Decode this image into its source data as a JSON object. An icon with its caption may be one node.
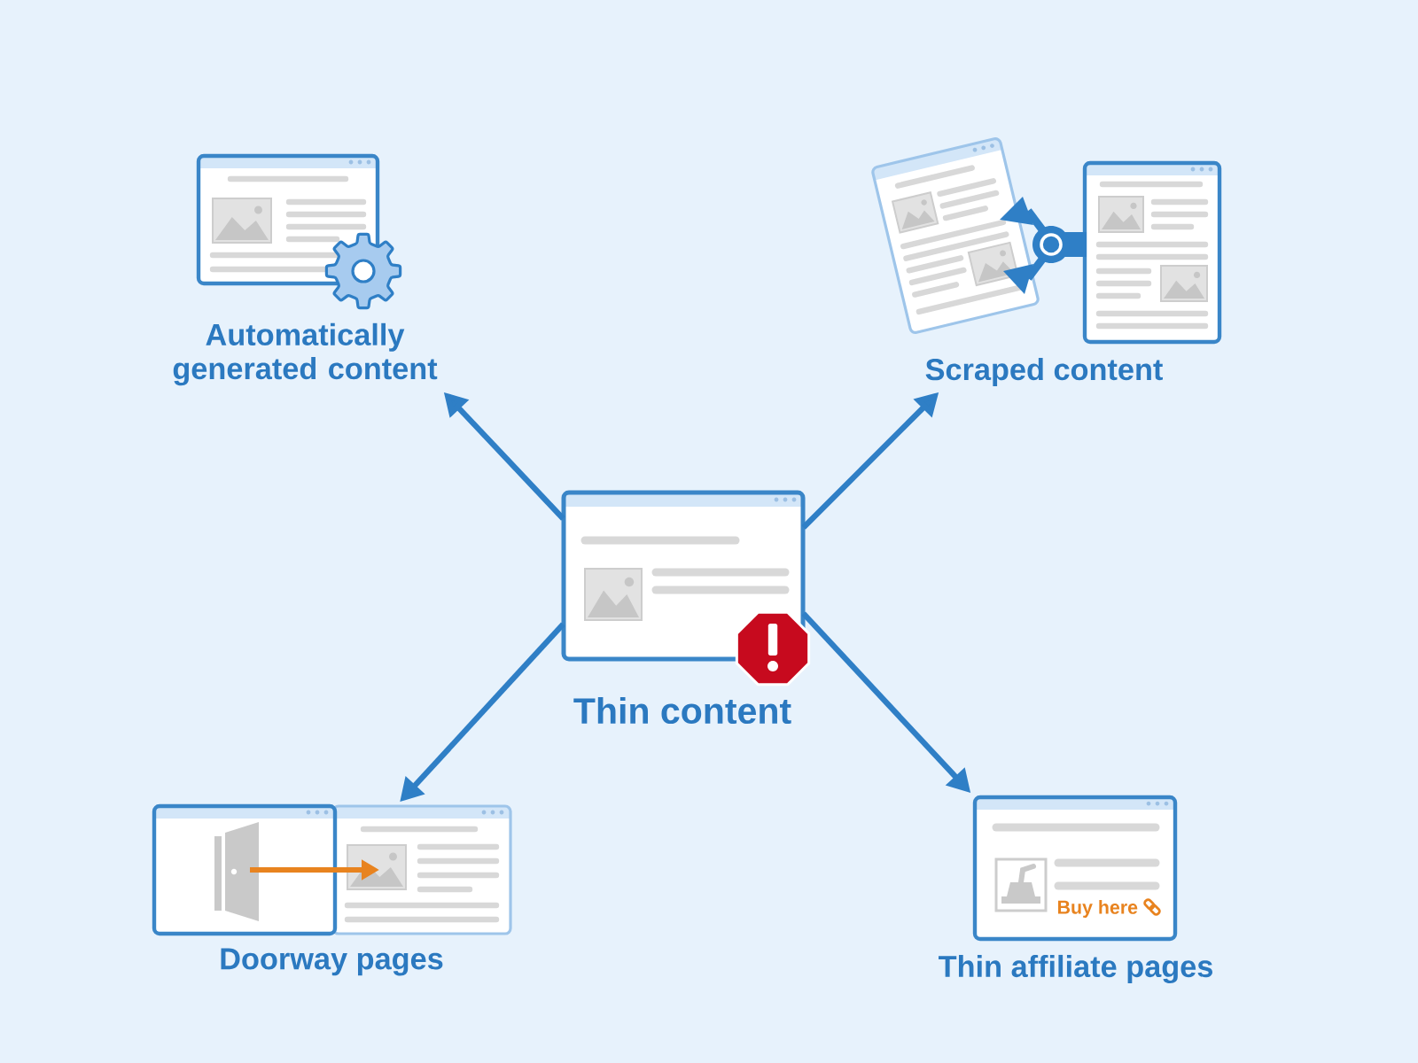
{
  "diagram": {
    "nodes": [
      {
        "text": [
          "Automatically generated content"
        ]
      },
      {
        "text": [
          "Scraped content"
        ]
      },
      {
        "text": [
          "Thin content"
        ]
      },
      {
        "text": [
          "Doorway pages"
        ]
      },
      {
        "text": [
          "Buy here",
          "Thin affiliate pages"
        ]
      }
    ],
    "edges": [
      {
        "from": 2,
        "to": 0,
        "arrow": "to"
      },
      {
        "from": 2,
        "to": 1,
        "arrow": "to"
      },
      {
        "from": 2,
        "to": 3,
        "arrow": "to"
      },
      {
        "from": 2,
        "to": 4,
        "arrow": "to"
      }
    ]
  }
}
